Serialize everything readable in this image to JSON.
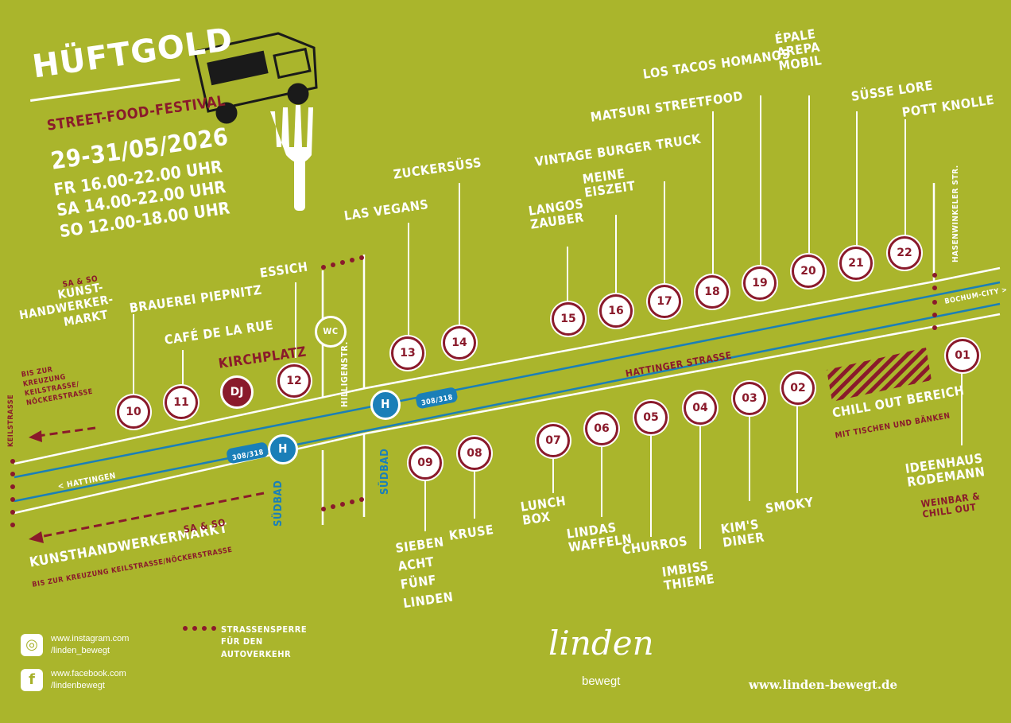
{
  "header": {
    "title": "HÜFTGOLD",
    "subtitle": "STREET-FOOD-FESTIVAL",
    "dates": "29-31/05/2026",
    "hours": [
      "FR   16.00-22.00 UHR",
      "SA   14.00-22.00 UHR",
      "SO   12.00-18.00 UHR"
    ]
  },
  "colors": {
    "background": "#aab52c",
    "accent": "#8a1a2b",
    "tram": "#1a7fb8",
    "white": "#ffffff"
  },
  "stalls": {
    "01": "IDEENHAUS RODEMANN",
    "02": "SMOKY",
    "03": "KIM'S DINER",
    "04": "IMBISS THIEME",
    "05": "CHURROS",
    "06": "LINDAS WAFFELN",
    "07": "LUNCH BOX",
    "08": "KRUSE",
    "09": "SIEBEN ACHT FÜNF LINDEN",
    "10": "BRAUEREI PIEPNITZ",
    "11": "CAFÉ DE LA RUE",
    "12": "ESSICH",
    "13": "LAS VEGANS",
    "14": "ZUCKERSÜSS",
    "15": "LANGOS ZAUBER",
    "16": "MEINE EISZEIT",
    "17": "VINTAGE BURGER TRUCK",
    "18": "MATSURI STREETFOOD",
    "19": "LOS TACOS HOMANOS",
    "20": "ÉPALE AREPA MOBIL",
    "21": "SÜSSE LORE",
    "22": "POTT KNOLLE"
  },
  "labels": {
    "dj": "DJ",
    "kirchplatz": "KIRCHPLATZ",
    "wc": "WC",
    "hattinger_strasse": "HATTINGER STRASSE",
    "hattingen": "< HATTINGEN",
    "bochum_city": "BOCHUM-CITY >",
    "hasenwinkeler": "HASENWINKELER STR.",
    "keilstrasse": "KEILSTRASSE",
    "hilligenstr": "HILLIGENSTR.",
    "tram_lines": "308/318",
    "suedbad": "SÜDBAD",
    "h": "H",
    "chill_out": "CHILL OUT BEREICH",
    "chill_out_sub": "MIT TISCHEN UND BÄNKEN",
    "weinbar": "WEINBAR & CHILL OUT",
    "kunst_days_top": "SA & SO",
    "kunst_top": "KUNST-HANDWERKER-MARKT",
    "kunst_top_sub": "BIS ZUR KREUZUNG KEILSTRASSE/ NÖCKERSTRASSE",
    "kunst_bottom": "KUNSTHANDWERKERMARKT",
    "kunst_bottom_days": "SA & SO",
    "kunst_bottom_sub": "BIS ZUR KREUZUNG KEILSTRASSE/NÖCKERSTRASSE",
    "sperre": "STRASSENSPERRE FÜR DEN AUTOVERKEHR"
  },
  "social": {
    "instagram": [
      "www.instagram.com",
      "/linden_bewegt"
    ],
    "facebook": [
      "www.facebook.com",
      "/lindenbewegt"
    ]
  },
  "footer": {
    "logo": "linden",
    "logo_sub": "bewegt",
    "website": "www.linden-bewegt.de"
  }
}
